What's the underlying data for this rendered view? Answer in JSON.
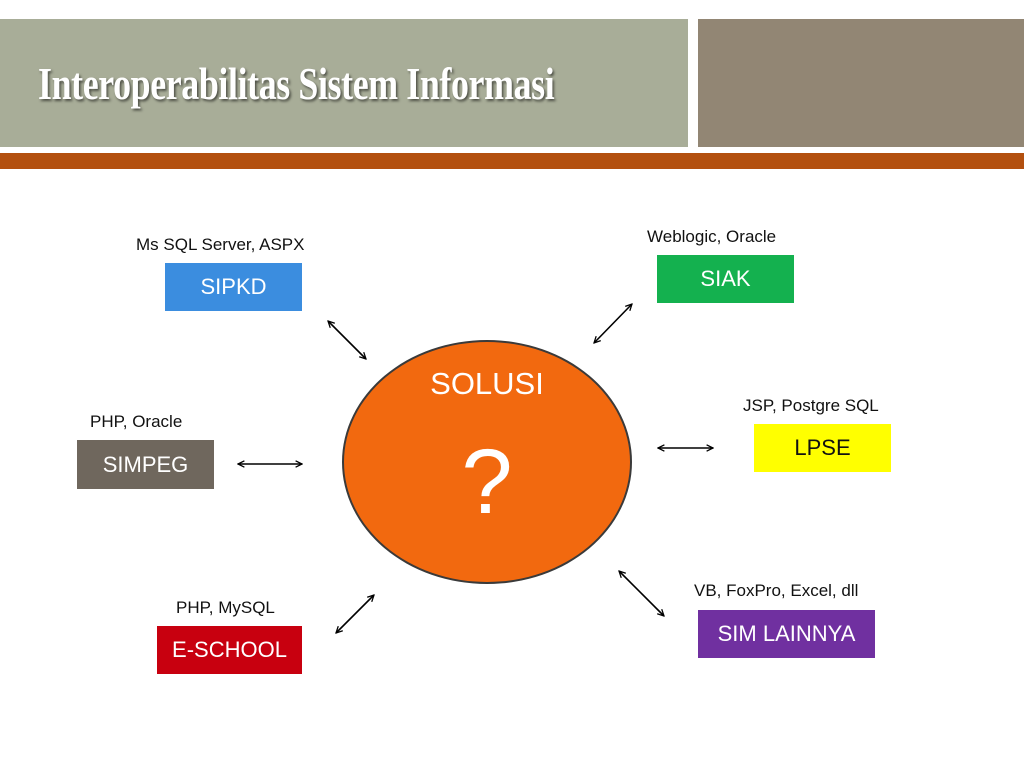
{
  "title": "Interoperabilitas Sistem Informasi",
  "center": {
    "label": "SOLUSI",
    "mark": "?",
    "color": "#f2690f"
  },
  "systems": [
    {
      "name": "SIPKD",
      "tech": "Ms SQL Server, ASPX",
      "color": "#3b8ddf"
    },
    {
      "name": "SIAK",
      "tech": "Weblogic, Oracle",
      "color": "#14b14f"
    },
    {
      "name": "SIMPEG",
      "tech": "PHP, Oracle",
      "color": "#6f675d"
    },
    {
      "name": "LPSE",
      "tech": "JSP, Postgre SQL",
      "color": "#ffff00"
    },
    {
      "name": "E-SCHOOL",
      "tech": "PHP, MySQL",
      "color": "#c8000f"
    },
    {
      "name": "SIM LAINNYA",
      "tech": "VB, FoxPro, Excel, dll",
      "color": "#7030a0"
    }
  ],
  "colors": {
    "header": "#a8ad98",
    "header_side": "#928674",
    "accent": "#b3500f"
  }
}
